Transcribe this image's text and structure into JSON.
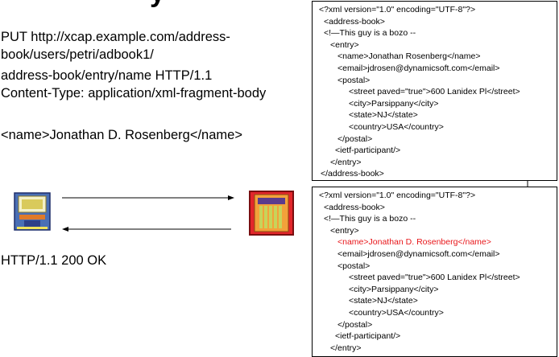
{
  "request": {
    "lines": [
      "PUT http://xcap.example.com/address-",
      "book/users/petri/adbook1/",
      "address-book/entry/name HTTP/1.1",
      "Content-Type: application/xml-fragment-body"
    ],
    "body": "<name>Jonathan D. Rosenberg</name>"
  },
  "response": {
    "status_line": "HTTP/1.1 200 OK"
  },
  "before_doc": {
    "lines": [
      "<?xml version=\"1.0\" encoding=\"UTF-8\"?>",
      "<address-book>",
      "<!—This guy is a bozo --",
      "<entry>",
      "<name>Jonathan Rosenberg</name>",
      "<email>jdrosen@dynamicsoft.com</email>",
      "<postal>",
      "<street paved=\"true\">600 Lanidex Pl</street>",
      "<city>Parsippany</city>",
      "<state>NJ</state>",
      "<country>USA</country>",
      "</postal>",
      "<ietf-participant/>",
      "</entry>",
      "</address-book>"
    ]
  },
  "after_doc": {
    "lines": [
      "<?xml version=\"1.0\" encoding=\"UTF-8\"?>",
      "<address-book>",
      "<!—This guy is a bozo --",
      "<entry>",
      "<name>Jonathan D. Rosenberg</name>",
      "<email>jdrosen@dynamicsoft.com</email>",
      "<postal>",
      "<street paved=\"true\">600 Lanidex Pl</street>",
      "<city>Parsippany</city>",
      "<state>NJ</state>",
      "<country>USA</country>",
      "</postal>",
      "<ietf-participant/>",
      "</entry>"
    ],
    "changed_line_color": "#e8161a"
  }
}
